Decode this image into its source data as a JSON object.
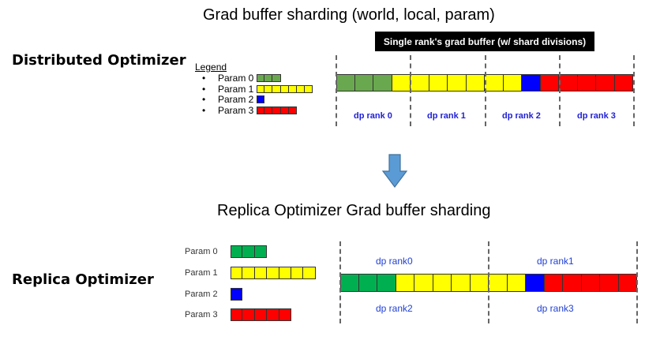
{
  "top": {
    "title": "Grad buffer sharding (world, local, param)",
    "side_label": "Distributed Optimizer",
    "banner": "Single rank's grad buffer (w/ shard divisions)",
    "legend": {
      "title": "Legend",
      "bullet": "•",
      "items": [
        {
          "label": "Param 0",
          "color": "#6aa84f",
          "cells": 3
        },
        {
          "label": "Param 1",
          "color": "#ffff00",
          "cells": 7
        },
        {
          "label": "Param 2",
          "color": "#0000ff",
          "cells": 1
        },
        {
          "label": "Param 3",
          "color": "#ff0000",
          "cells": 5
        }
      ]
    },
    "bar": [
      {
        "color": "#6aa84f",
        "cells": 3
      },
      {
        "color": "#ffff00",
        "cells": 7
      },
      {
        "color": "#0000ff",
        "cells": 1
      },
      {
        "color": "#ff0000",
        "cells": 5
      }
    ],
    "ranks": [
      "dp rank 0",
      "dp rank 1",
      "dp rank 2",
      "dp rank 3"
    ]
  },
  "arrow": {
    "icon": "down-arrow-icon",
    "color": "#5b9bd5"
  },
  "bottom": {
    "title": "Replica Optimizer Grad buffer sharding",
    "side_label": "Replica Optimizer",
    "params": [
      {
        "label": "Param 0",
        "color": "#00b050",
        "cells": 3
      },
      {
        "label": "Param 1",
        "color": "#ffff00",
        "cells": 7
      },
      {
        "label": "Param 2",
        "color": "#0000ff",
        "cells": 1
      },
      {
        "label": "Param 3",
        "color": "#ff0000",
        "cells": 5
      }
    ],
    "bar": [
      {
        "color": "#00b050",
        "cells": 3
      },
      {
        "color": "#ffff00",
        "cells": 7
      },
      {
        "color": "#0000ff",
        "cells": 1
      },
      {
        "color": "#ff0000",
        "cells": 5
      }
    ],
    "ranks_top": [
      "dp rank0",
      "dp rank1"
    ],
    "ranks_bottom": [
      "dp rank2",
      "dp rank3"
    ]
  }
}
